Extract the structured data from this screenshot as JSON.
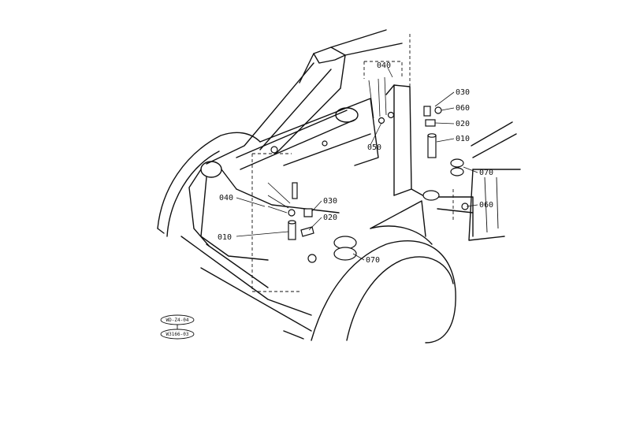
{
  "callouts": {
    "c040_top": "040",
    "c030_right": "030",
    "c060_right_top": "060",
    "c020_right": "020",
    "c010_right": "010",
    "c050": "050",
    "c070_right": "070",
    "c060_right_bottom": "060",
    "c040_left": "040",
    "c030_center": "030",
    "c020_center": "020",
    "c010_left": "010",
    "c070_bottom": "070"
  },
  "reference_codes": {
    "ref_top": "WD-Z4-04",
    "ref_bottom": "W3166-03"
  }
}
